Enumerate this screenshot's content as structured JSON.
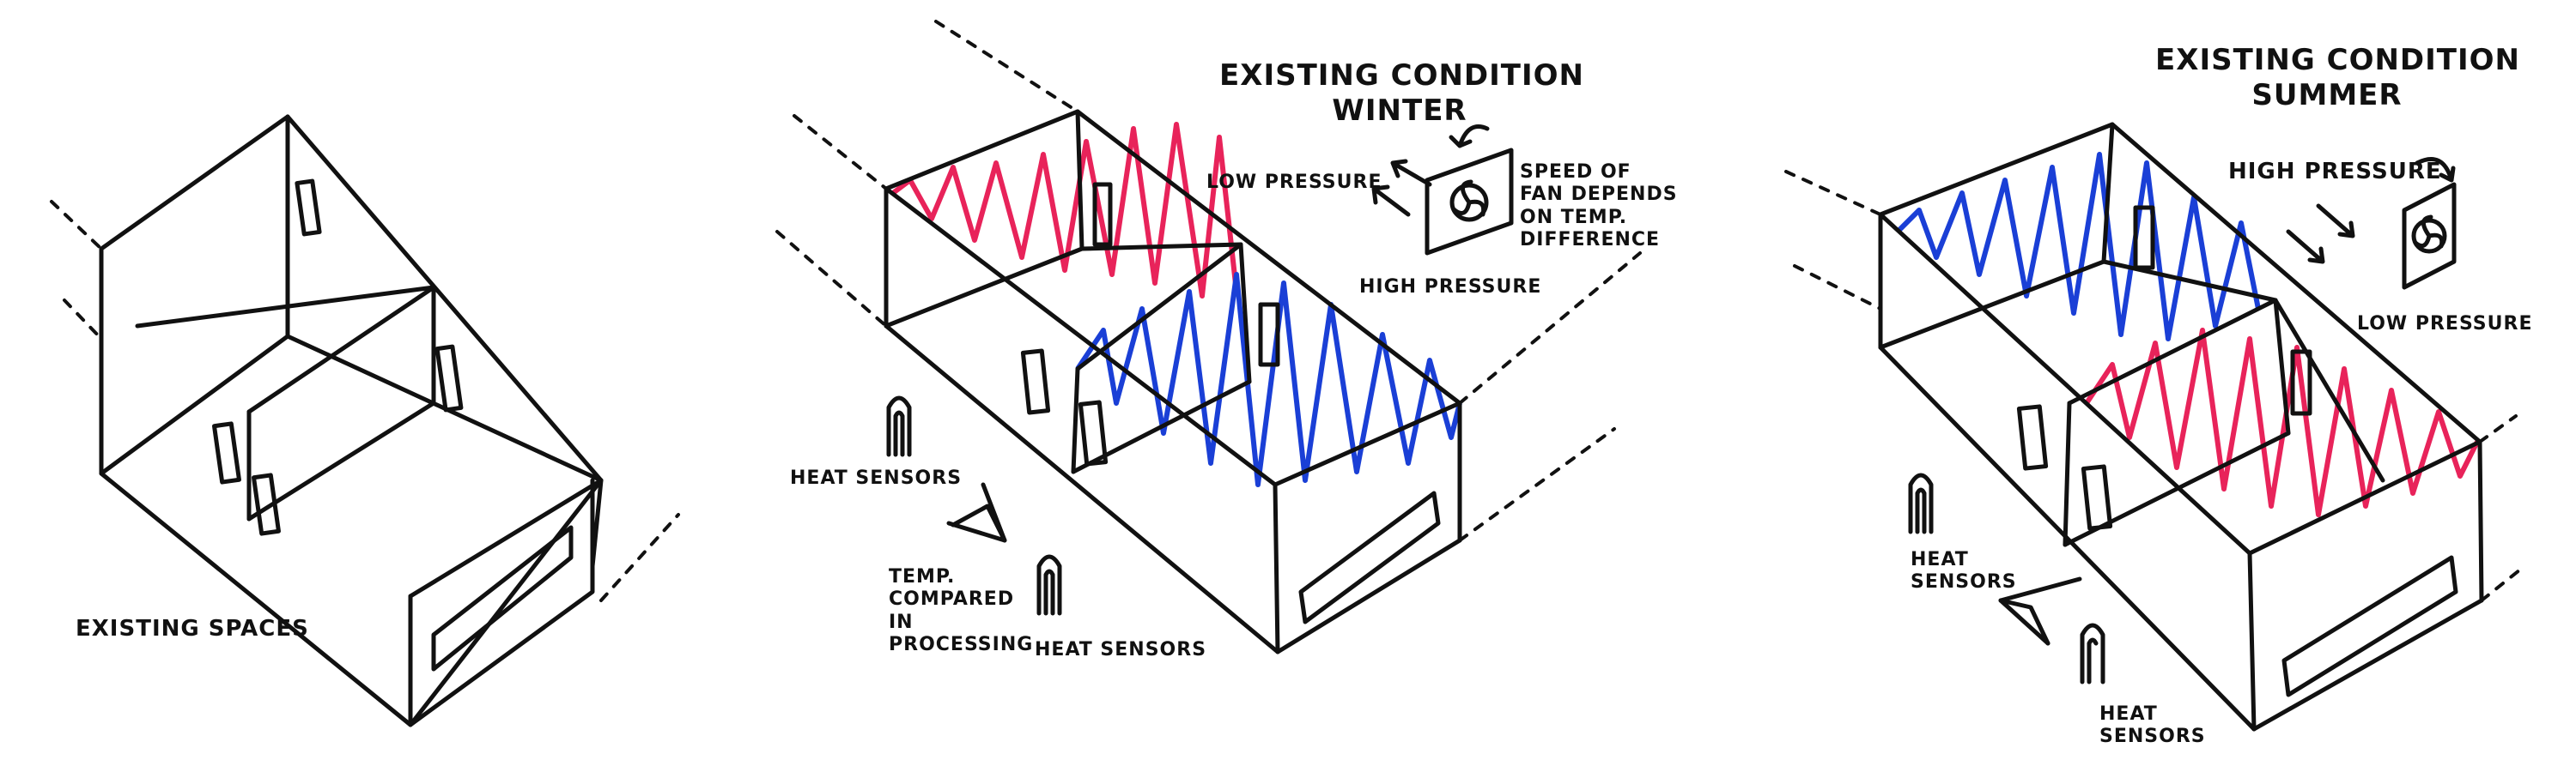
{
  "colors": {
    "ink": "#111111",
    "warm": "#e8235a",
    "cool": "#1a3fd6",
    "paper": "#ffffff"
  },
  "panels": {
    "existing": {
      "label": "Existing Spaces"
    },
    "winter": {
      "title_line1": "Existing Condition",
      "title_line2": "Winter",
      "low_pressure": "Low Pressure",
      "high_pressure": "High Pressure",
      "fan_note": [
        "Speed of",
        "fan depends",
        "on temp.",
        "difference"
      ],
      "heat_sensors_left": "Heat Sensors",
      "heat_sensors_right": "Heat Sensors",
      "temp_note": [
        "Temp.",
        "compared",
        "in",
        "processing"
      ]
    },
    "summer": {
      "title_line1": "Existing Condition",
      "title_line2": "Summer",
      "high_pressure": "High Pressure",
      "low_pressure": "Low Pressure",
      "heat_sensors_left": [
        "Heat",
        "Sensors"
      ],
      "heat_sensors_right": [
        "Heat",
        "Sensors"
      ]
    }
  },
  "icons": [
    "fan-icon",
    "heat-sensor-icon",
    "arrow-icon"
  ]
}
